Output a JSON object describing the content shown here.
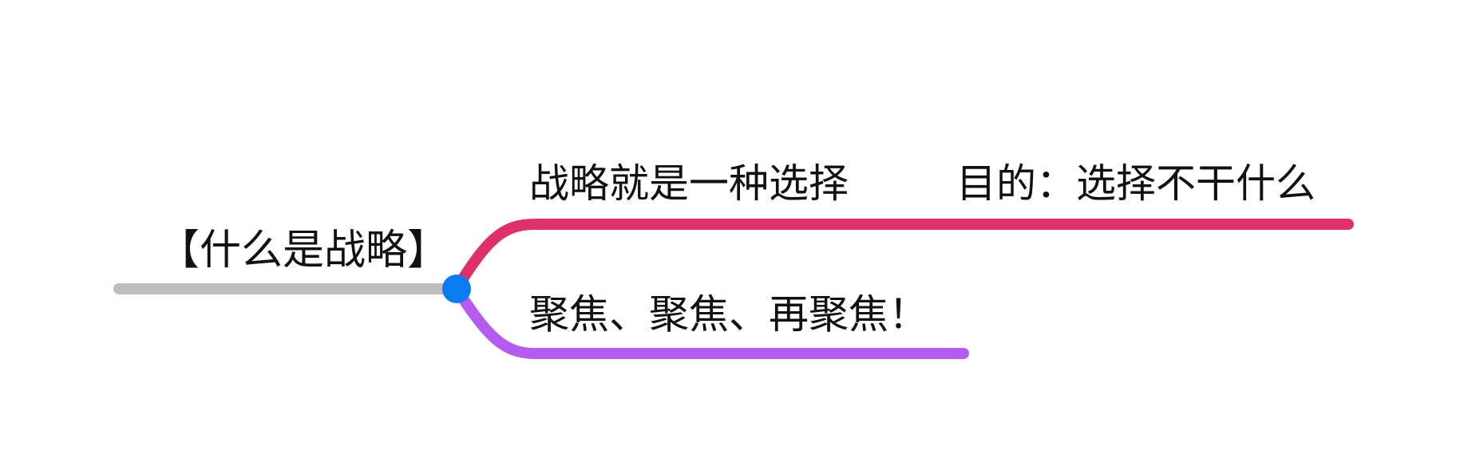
{
  "mindmap": {
    "root": {
      "label": "【什么是战略】",
      "line_color": "#bdbdbd"
    },
    "node_color": "#0a7cf0",
    "branches": [
      {
        "label": "战略就是一种选择",
        "color": "#df3069",
        "children": [
          {
            "label": "目的：选择不干什么"
          }
        ]
      },
      {
        "label": "聚焦、聚焦、再聚焦！",
        "color": "#b45cf0",
        "children": []
      }
    ]
  }
}
